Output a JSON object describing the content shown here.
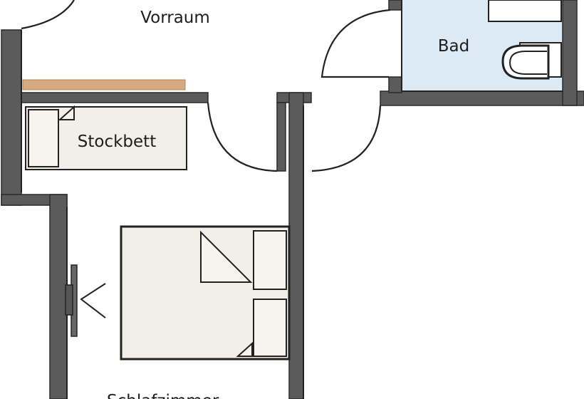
{
  "rooms": {
    "vorraum": "Vorraum",
    "bad": "Bad",
    "stockbett": "Stockbett",
    "schlafzimmer": "Schlafzimmer"
  },
  "colors": {
    "wall_fill": "#5b5b5b",
    "wall_outline": "#2a2a2a",
    "bathroom_floor": "#dceaf6",
    "furniture_fill": "#f2eee8",
    "shelf_wood": "#d8aa80",
    "line": "#222222"
  }
}
